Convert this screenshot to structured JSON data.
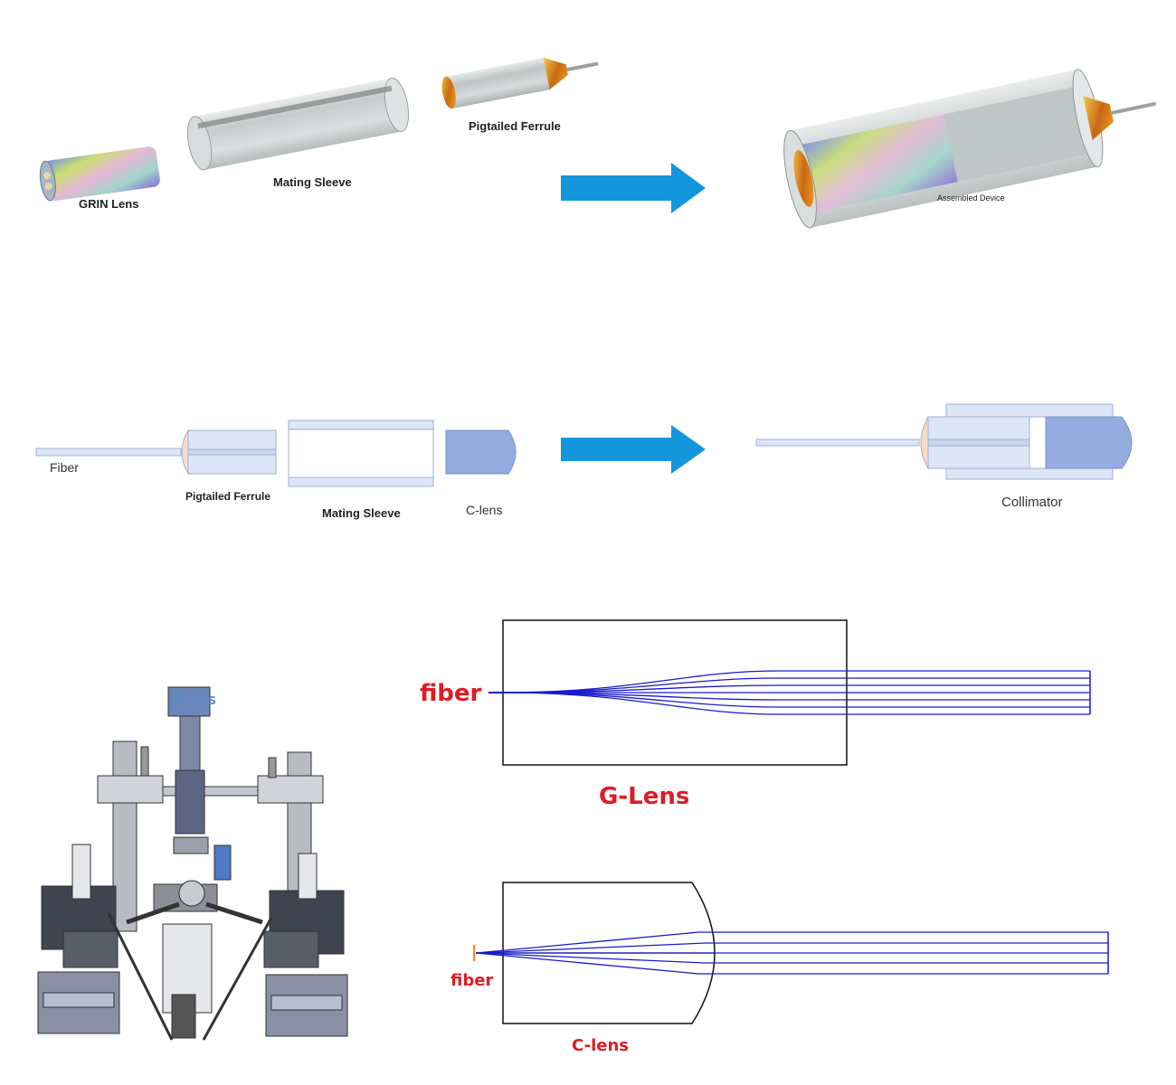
{
  "section_photo": {
    "grin_lens_label": "GRIN Lens",
    "mating_sleeve_label": "Mating Sleeve",
    "pigtailed_ferrule_label": "Pigtailed Ferrule",
    "assembled_label": "Assembled Device"
  },
  "section_schematic": {
    "fiber_label": "Fiber",
    "pigtailed_ferrule_label": "Pigtailed Ferrule",
    "mating_sleeve_label": "Mating Sleeve",
    "c_lens_label": "C-lens",
    "collimator_label": "Collimator"
  },
  "section_machine": {
    "camera_stamp": "PLCTS"
  },
  "section_raytrace": {
    "g_fiber_label": "fiber",
    "g_lens_label": "G-Lens",
    "c_fiber_label": "fiber",
    "c_lens_label": "C-lens"
  },
  "colors": {
    "arrow": "#1596dc",
    "ray": "#1a1acc",
    "label_red": "#e01b24",
    "schematic_fill": "#dde6f7",
    "schematic_stroke": "#9fb0d4",
    "c_lens_fill": "#94ace0"
  }
}
